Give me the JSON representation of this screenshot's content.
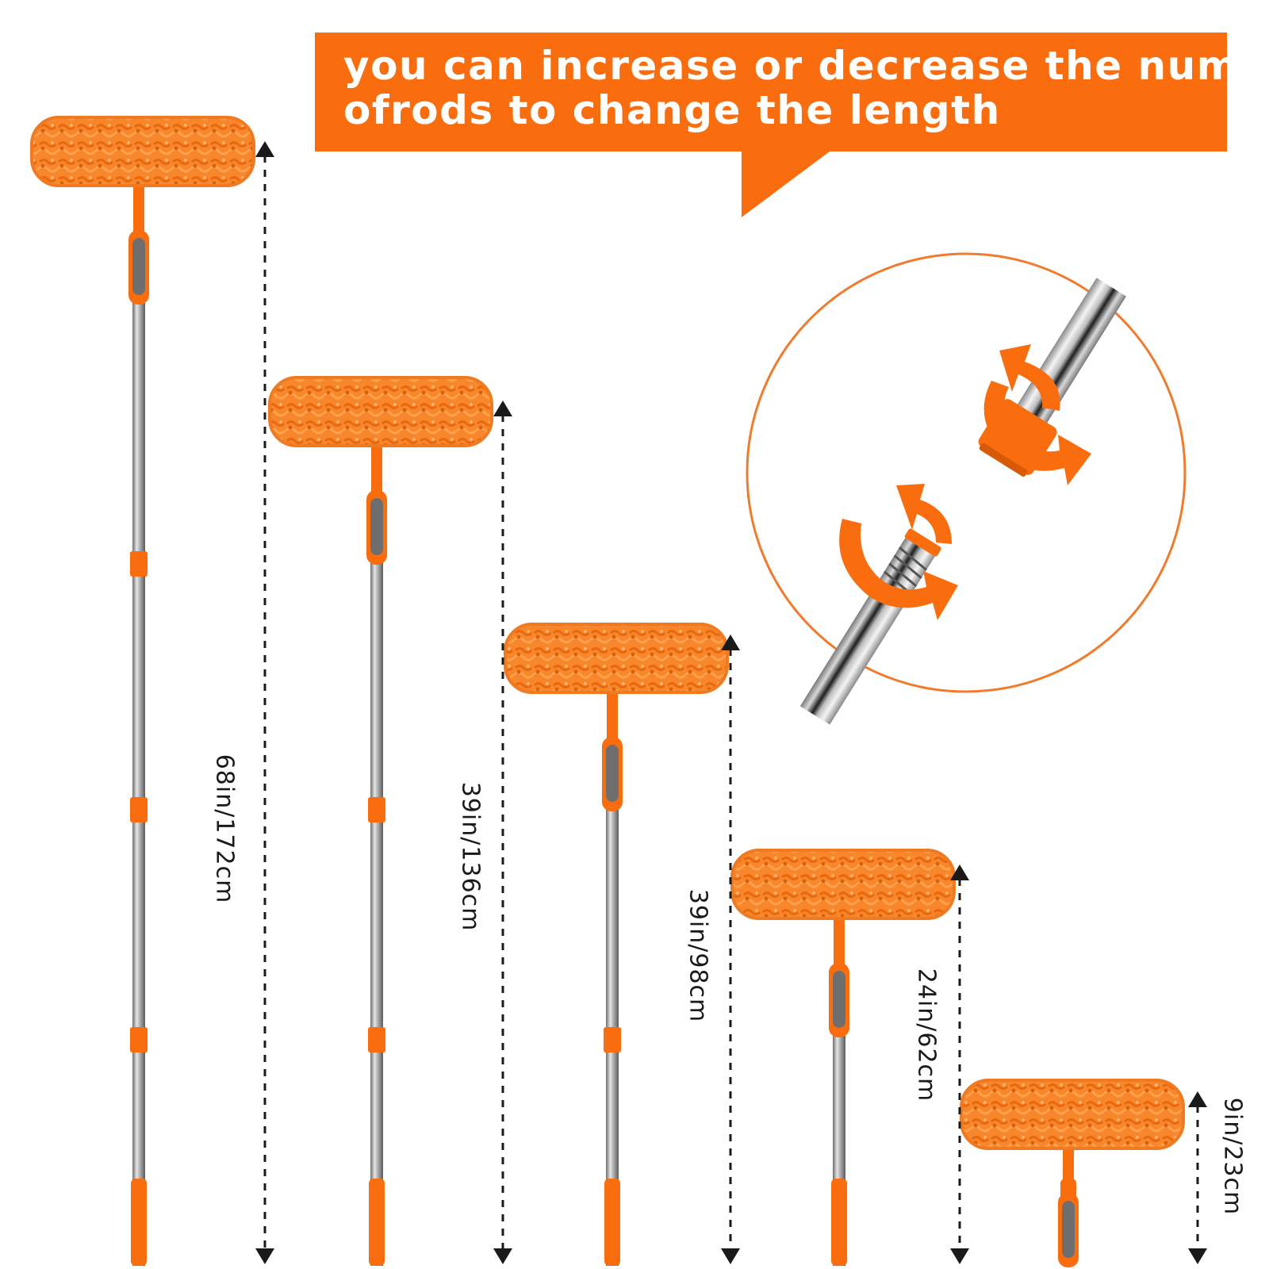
{
  "callout": {
    "line1": "you can increase or decrease the number",
    "line2": "ofrods to change the length"
  },
  "dimensions": [
    "68in/172cm",
    "39in/136cm",
    "39in/98cm",
    "24in/62cm",
    "9in/23cm"
  ],
  "colors": {
    "accent": "#f96d0f",
    "mop_head": "#f7872a",
    "pole": "#9a9a9a",
    "grip": "#6e6e6e",
    "text": "#1a1a1a"
  },
  "icons": {
    "inset": "pole-joint-twist-icon",
    "arrows": "rotate-arrow-icon"
  }
}
